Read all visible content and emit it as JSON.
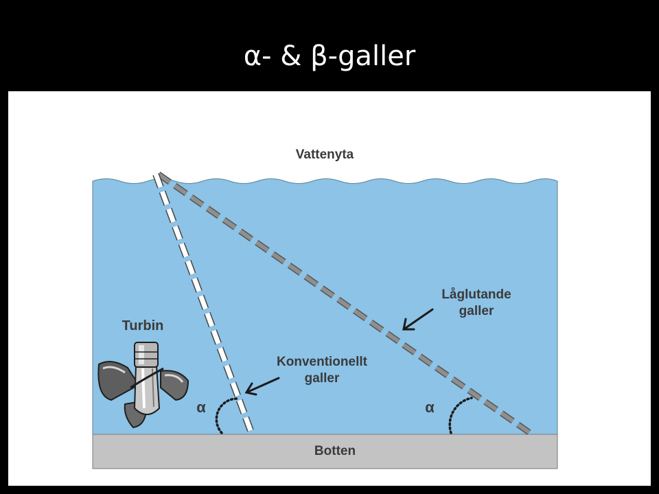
{
  "slide": {
    "title": "α- & β-galler"
  },
  "diagram": {
    "labels": {
      "surface": "Vattenyta",
      "turbine": "Turbin",
      "low_angle_line1": "Låglutande",
      "low_angle_line2": "galler",
      "conventional_line1": "Konventionellt",
      "conventional_line2": "galler",
      "angle_symbol": "α",
      "bottom": "Botten"
    },
    "colors": {
      "water": "#8cc3e6",
      "bottom": "#c3c3c3",
      "low_angle_rack": "#8f8f8f",
      "conventional_rack": "#ffffff",
      "label_text": "#3a3a3a"
    }
  }
}
